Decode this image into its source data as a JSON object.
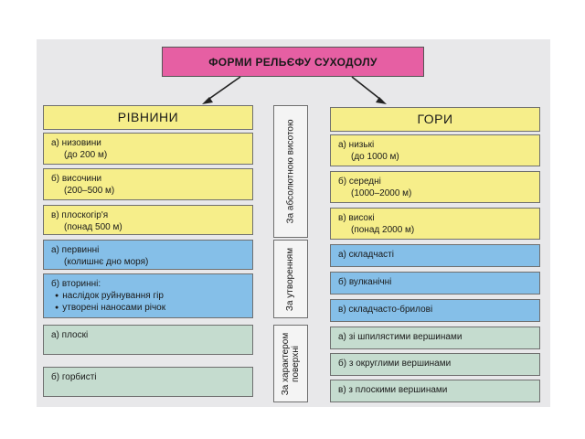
{
  "title": "ФОРМИ РЕЛЬЄФУ СУХОДОЛУ",
  "plains": {
    "heading": "РІВНИНИ",
    "by_height": [
      {
        "line1": "а) низовини",
        "line2": "(до 200 м)"
      },
      {
        "line1": "б) височини",
        "line2": "(200–500 м)"
      },
      {
        "line1": "в) плоскогір'я",
        "line2": "(понад 500 м)"
      }
    ],
    "by_origin": [
      {
        "line1": "а) первинні",
        "line2": "(колишнє дно моря)"
      },
      {
        "line1": "б) вторинні:",
        "bullets": [
          "наслідок руйнування гір",
          "утворені наносами річок"
        ]
      }
    ],
    "by_surface": [
      "а) плоскі",
      "б) горбисті"
    ]
  },
  "mountains": {
    "heading": "ГОРИ",
    "by_height": [
      {
        "line1": "а) низькі",
        "line2": "(до 1000 м)"
      },
      {
        "line1": "б) середні",
        "line2": "(1000–2000 м)"
      },
      {
        "line1": "в) високі",
        "line2": "(понад 2000 м)"
      }
    ],
    "by_origin": [
      "а) складчасті",
      "б) вулканічні",
      "в) складчасто-брилові"
    ],
    "by_surface": [
      "а) зі шпилястими вершинами",
      "б) з округлими вершинами",
      "в) з плоскими вершинами"
    ]
  },
  "criteria": {
    "height": "За абсолютною висотою",
    "origin": "За утворенням",
    "surface_line1": "За характером",
    "surface_line2": "поверхні"
  }
}
